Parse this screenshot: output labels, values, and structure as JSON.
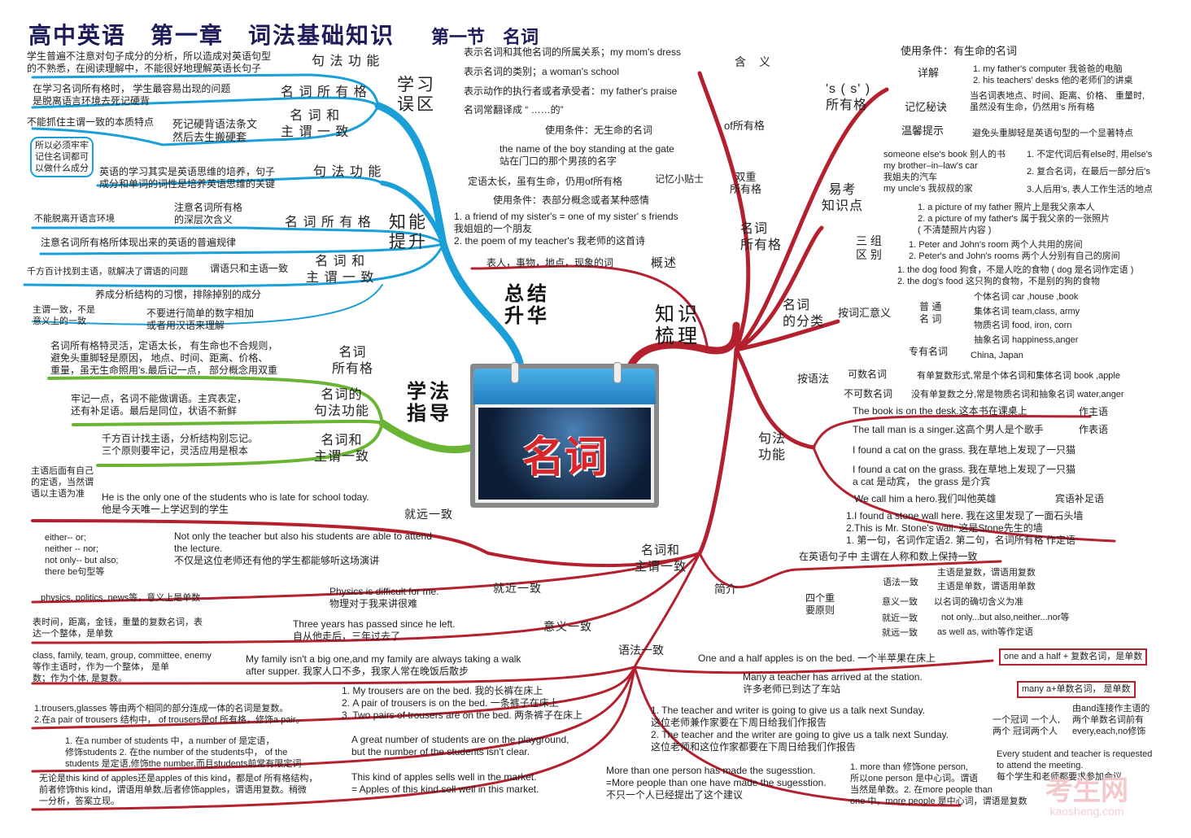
{
  "title": {
    "main": "高中英语　第一章　词法基础知识",
    "section": "第一节　名词"
  },
  "center": {
    "calendar_label": "名词"
  },
  "hubs": {
    "pitfalls": "学习\n误区",
    "ability": "知能\n提升",
    "summary": "总结\n升华",
    "method": "学法\n指导",
    "knowledge": "知识\n梳理"
  },
  "pitfalls": {
    "syntax_label": "句 法 功 能",
    "syntax_text": "学生普遍不注意对句子成分的分析，所以造成对英语句型\n的不熟悉，在阅读理解中，不能很好地理解英语长句子",
    "poss_label": "名 词 所 有 格",
    "poss_text": "在学习名词所有格时， 学生最容易出现的问题\n是脱离语言环境去死记硬背",
    "agree_label": "名 词 和\n主 谓 一 致",
    "agree_text1": "不能抓住主谓一致的本质特点",
    "agree_text2": "死记硬背语法条文\n然后去生搬硬套"
  },
  "ability": {
    "note_box": "所以必须牢牢\n记住名词都可\n以做什么成分",
    "syntax_label": "句 法 功 能",
    "syntax_text": "英语的学习其实是英语思维的培养，句子\n成分和单词的词性是培养英语思维的关键",
    "poss_label": "名 词 所 有 格",
    "poss_text1": "不能脱离开语言环境",
    "poss_text2": "注意名词所有格\n的深层次含义",
    "poss_text3": "注意名词所有格所体现出来的英语的普遍规律",
    "agree_label": "名 词 和\n主 谓 一 致",
    "agree_text1": "千方百计找到主语，就解决了谓语的问题",
    "agree_text2": "谓语只和主语一致",
    "agree_text3": "养成分析结构的习惯，排除掉别的成分",
    "agree_text4": "主谓一致，不是\n意义上的一致",
    "agree_text5": "不要进行简单的数字相加\n或者用汉语来理解"
  },
  "method": {
    "poss_label": "名词\n所有格",
    "poss_text": "名词所有格特灵活，定语太长， 有生命也不合规则，\n避免头重脚轻是原因， 地点、时间、距离、价格、\n重量，虽无生命照用's.最后记一点， 部分概念用双重",
    "syntax_label": "名词的\n句法功能",
    "syntax_text": "牢记一点，名词不能做谓语。主宾表定，\n还有补足语。最后是同位，状语不新鲜",
    "agree_label": "名词和\n主谓一致",
    "agree_text": "千方百计找主语，分析结构别忘记。\n三个原则要牢记，灵活应用是根本"
  },
  "agreement_left": {
    "far_label": "就远一致",
    "far_note": "主语后面有自己\n的定语，当然谓\n语以主语为准",
    "far_example": "He is the only one of the students who is late for school today.\n他是今天唯一上学迟到的学生",
    "near_label": "就近一致",
    "near_note": "either-- or;\nneither -- nor;\nnot only-- but also;\n there be句型等",
    "near_example": "Not only the teacher but also his students are able to attend\n the lecture.\n不仅是这位老师还有他的学生都能够听这场演讲",
    "meaning_label": "意义一致",
    "m1_note": "physics, politics, news等，意义上是单数",
    "m1_example": "Physics is difficult for me.\n 物理对于我来讲很难",
    "m2_note": "表时间，距离，金钱，重量的复数名词，表\n达一个整体，是单数",
    "m2_example": "Three years has passed since he left.\n  自从他走后，三年过去了",
    "m3_note": "class, family, team, group, committee,  enemy\n等作主语时，作为一个整体， 是单\n数；作为个体, 是复数。",
    "m3_example": "My family isn't a big one,and my family are always taking a walk\nafter supper.  我家人口不多，我家人常在晚饭后散步",
    "g1_note": "1.trousers,glasses 等由两个相同的部分连成一体的名词是复数。\n2.在a pair of trousers 结构中， of trousers是of 所有格，修饰a pair。",
    "g1_example": "1. My trousers are on the bed. 我的长裤在床上\n2. A pair of trousers is on the bed. 一条裤子在床上\n3. Two pairs of trousers are on the bed. 两条裤子在床上",
    "g2_note": "1. 在a number of students 中，a number of 是定语，\n修饰students 2. 在the number of the students中， of the\n students 是定语,修饰the number,而且students前常有限定词",
    "g2_example": "A great number of students are on the playground,\n but the number of the students isn't clear.",
    "g3_note": "无论是this kind of apples还是apples of this kind，都是of 所有格结构，\n前者修饰this kind，谓语用单数,后者修饰apples，谓语用复数。稍微\n一分析，答案立现。",
    "g3_example": "This kind of apples sells well in the market.\n = Apples of this kind sell well in this market."
  },
  "knowledge": {
    "overview_label": "概述",
    "overview_text": "表人，事物，地点，现象的词",
    "meaning_label": "含　义",
    "meaning_items": [
      "表示名词和其他名词的所属关系；my mom's dress",
      "表示名词的类别；a woman's school",
      "表示动作的执行者或者承受者：my father's praise",
      "名词常翻译成 “ ……的”"
    ],
    "of_label": "of所有格",
    "of_cond": "使用条件：无生命的名词",
    "of_example": "the name of the boy standing at the gate\n   站在门口的那个男孩的名字",
    "of_tip_text": "定语太长，虽有生命，仍用of所有格",
    "of_tip_label": "记忆小贴士",
    "double_label": "双重\n所有格",
    "double_cond": "使用条件：表部分概念或者某种感情",
    "double_example": "1. a friend of my sister's  = one of my sister' s friends\n我姐姐的一个朋友\n2. the poem of my teacher's 我老师的这首诗",
    "poss_label": "名词\n所有格",
    "s_label": "'s ( s' )\n所有格",
    "s_cond": "使用条件：有生命的名词",
    "s_detail_label": "详解",
    "s_detail_text": "1. my father's computer 我爸爸的电脑\n2. his teachers' desks 他的老师们的讲桌",
    "s_memo_label": "记忆秘诀",
    "s_memo_text": "当名词表地点、时间、距离、价格、 重量时,\n虽然没有生命，仍然用's 所有格",
    "s_tip_label": "温馨提示",
    "s_tip_text": "避免头重脚轻是英语句型的一个显著特点",
    "exam_label": "易考\n知识点",
    "exam_examples": "someone else's book 别人的书\nmy brother–in–law's car\n我姐夫的汽车\nmy uncle's 我叔叔的家",
    "exam_rules": [
      "1. 不定代词后有else时, 用else's",
      "2. 复合名词，在最后一部分后's",
      "3.人后用's, 表人工作生活的地点"
    ],
    "three_label": "三 组\n区 别",
    "three_1": "1. a picture of my father 照片上是我父亲本人\n2. a picture of my father's 属于我父亲的一张照片\n  ( 不清楚照片内容 )",
    "three_2": "1. Peter and John's room 两个人共用的房间\n2. Peter's and John's rooms 两个人分别有自己的房间",
    "three_3": "1. the dog food 狗食，不是人吃的食物   (  dog 是名词作定语 )\n2. the dog's food 这只狗的食物，不是别的狗的食物",
    "class_label": "名词\n的分类",
    "vocab_label": "按词汇意义",
    "common_label": "普 通\n名 词",
    "common_items": [
      "个体名词 car ,house ,book",
      "集体名词 team,class, army",
      "物质名词 food, iron, corn",
      "抽象名词 happiness,anger"
    ],
    "proper_label": "专有名词",
    "proper_text": "China, Japan",
    "grammar_label": "按语法",
    "count_label": "可数名词",
    "count_text": "有单复数形式,常是个体名词和集体名词 book ,apple",
    "uncount_label": "不可数名词",
    "uncount_text": "没有单复数之分,常是物质名词和抽象名词 water,anger",
    "func_label": "句法\n功能",
    "func_items": [
      {
        "text": "The book is on the desk.这本书在课桌上",
        "role": "作主语"
      },
      {
        "text": "The tall man is a singer.这高个男人是个歌手",
        "role": "作表语"
      },
      {
        "text": "I found a cat on the grass. 我在草地上发现了一只猫",
        "role": ""
      },
      {
        "text": "I found a cat on the grass. 我在草地上发现了一只猫\na cat 是动宾，  the grass 是介宾",
        "role": ""
      },
      {
        "text": "We call him a hero.我们叫他英雄",
        "role": "宾语补足语"
      },
      {
        "text": "1.I found a stone wall here. 我在这里发现了一面石头墙\n2.This is Mr. Stone's wall.   这是Stone先生的墙\n1. 第一句，名词作定语2. 第二句，名词所有格  作定语",
        "role": ""
      }
    ]
  },
  "agreement_right": {
    "label": "名词和\n主谓一致",
    "intro_label": "简介",
    "intro_text": "在英语句子中 主谓在人称和数上保持一致",
    "principles_label": "四个重\n要原则",
    "principles": [
      {
        "name": "语法一致",
        "desc": [
          "主语是复数，谓语用复数",
          "主语是单数，谓语用单数"
        ]
      },
      {
        "name": "意义一致",
        "desc": [
          "以名词的确切含义为准"
        ]
      },
      {
        "name": "就近一致",
        "desc": [
          "not only...but also,neither...nor等"
        ]
      },
      {
        "name": "就远一致",
        "desc": [
          "as well as, with等作定语"
        ]
      }
    ],
    "grammar_label": "语法一致",
    "ex1": "One and  a half apples is on the bed. 一个半苹果在床上",
    "ex1_box": "one and  a half +  复数名词，是单数",
    "ex2": "Many a teacher has arrived at the station.\n许多老师已到达了车站",
    "ex2_box": "many a+单数名词， 是单数",
    "ex3": "1. The teacher and writer is going to give us a talk next Sunday.\n    这位老师兼作家要在下周日给我们作报告\n2. The teacher and the writer are going to give us a talk next Sunday.\n    这位老师和这位作家都要在下周日给我们作报告",
    "ex3_note": "一个冠词 一个人,\n两个 冠词两个人",
    "ex4_note": "由and连接作主语的\n两个单数名词前有\nevery,each,no修饰",
    "ex4": "Every student and teacher is requested\nto attend the meeting.\n 每个学生和老师都要求参加会议。",
    "ex5": "More than one person has made the sugesstion.\n=More people than one have made the sugesstion.\n不只一个人已经提出了这个建议",
    "ex5_note": "1. more than 修饰one person,\n所以one person  是中心词。谓语\n当然是单数。2. 在more people than\none 中，more people 是中心词，谓语是复数"
  },
  "watermark": {
    "name": "考生网",
    "url": "kaosheng.com"
  },
  "colors": {
    "red": "#b5202e",
    "blue": "#1a9fd8",
    "green": "#6ab534",
    "title": "#1c1c5a"
  }
}
